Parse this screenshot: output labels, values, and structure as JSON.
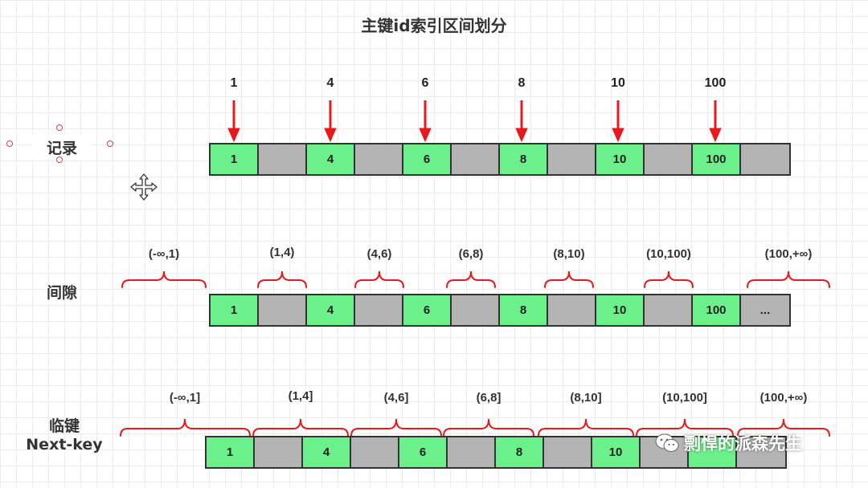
{
  "title": "主键id索引区间划分",
  "row_labels": {
    "records": "记录",
    "gaps": "间隙",
    "next_key_line1": "临键",
    "next_key_line2": "Next-key"
  },
  "records": {
    "top_labels": [
      "1",
      "4",
      "6",
      "8",
      "10",
      "100"
    ],
    "cells": [
      "1",
      "",
      "4",
      "",
      "6",
      "",
      "8",
      "",
      "10",
      "",
      "100",
      ""
    ]
  },
  "gaps": {
    "intervals": [
      "(-∞,1)",
      "(1,4)",
      "(4,6)",
      "(6,8)",
      "(8,10)",
      "(10,100)",
      "(100,+∞)"
    ],
    "cells": [
      "1",
      "",
      "4",
      "",
      "6",
      "",
      "8",
      "",
      "10",
      "",
      "100",
      "..."
    ]
  },
  "next_key": {
    "intervals": [
      "(-∞,1]",
      "(1,4]",
      "(4,6]",
      "(6,8]",
      "(8,10]",
      "(10,100]",
      "(100,+∞)"
    ],
    "cells": [
      "1",
      "",
      "4",
      "",
      "6",
      "",
      "8",
      "",
      "10",
      "",
      "",
      ""
    ]
  },
  "watermark": "剽悍的派森先生",
  "colors": {
    "key_cell": "#6cf08c",
    "gap_cell": "#b4b4b4",
    "arrow": "#e8191c",
    "brace": "#e8191c",
    "border": "#333333"
  },
  "icons": {
    "move": "move-cursor-icon",
    "watermark": "wechat-icon"
  }
}
